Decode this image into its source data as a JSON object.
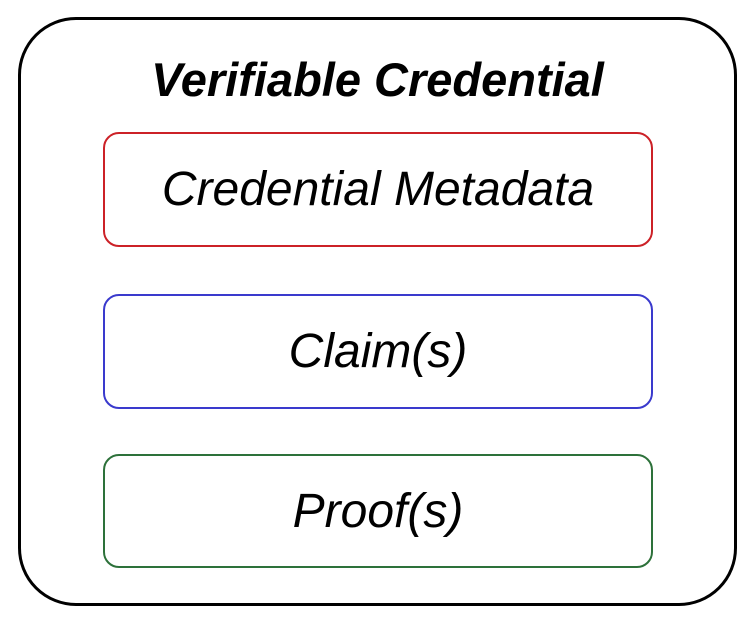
{
  "diagram": {
    "title": "Verifiable Credential",
    "container_border_color": "#000000",
    "text_color": "#000000",
    "background_color": "#ffffff",
    "components": [
      {
        "label": "Credential Metadata",
        "border_color": "#cc2127"
      },
      {
        "label": "Claim(s)",
        "border_color": "#3a3acd"
      },
      {
        "label": "Proof(s)",
        "border_color": "#2d713a"
      }
    ]
  }
}
